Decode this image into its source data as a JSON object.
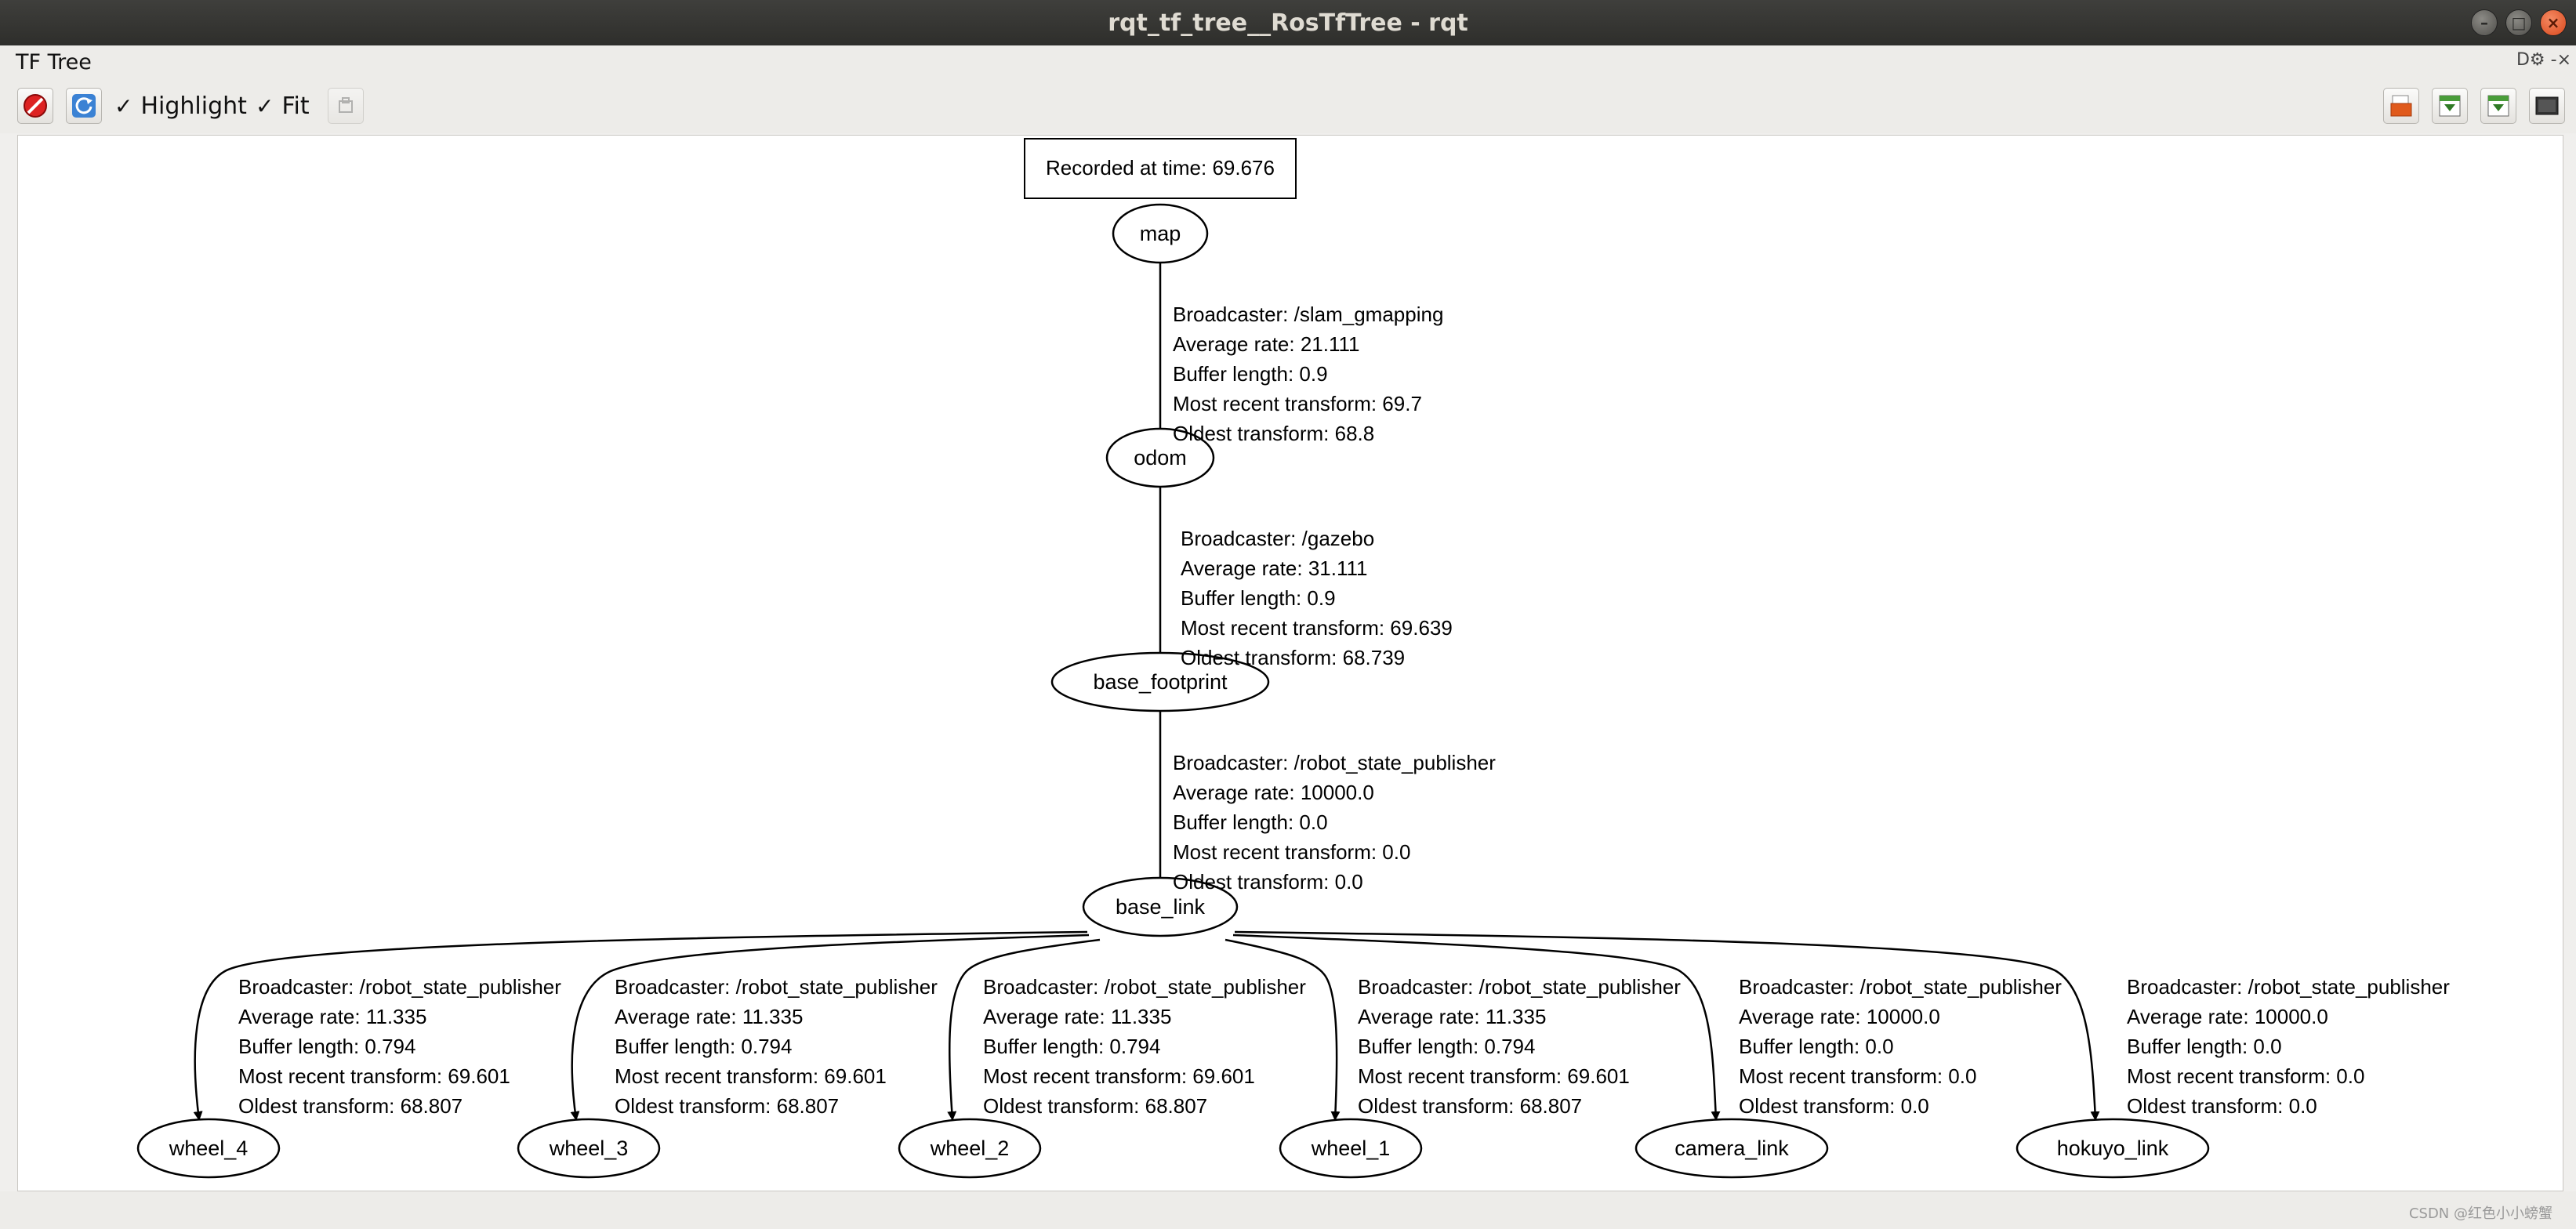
{
  "window": {
    "title": "rqt_tf_tree__RosTfTree - rqt",
    "buttons": {
      "minimize": "–",
      "maximize": "□",
      "close": "×"
    }
  },
  "dock": {
    "title": "TF Tree",
    "icons": "D⚙ -×"
  },
  "toolbar": {
    "highlight_label": "Highlight",
    "fit_label": "Fit",
    "highlight_checked": true,
    "fit_checked": true,
    "checkmark": "✓"
  },
  "graph": {
    "recorded": "Recorded at time: 69.676",
    "nodes": {
      "map": "map",
      "odom": "odom",
      "base_footprint": "base_footprint",
      "base_link": "base_link",
      "wheel_4": "wheel_4",
      "wheel_3": "wheel_3",
      "wheel_2": "wheel_2",
      "wheel_1": "wheel_1",
      "camera_link": "camera_link",
      "hokuyo_link": "hokuyo_link"
    },
    "edges": {
      "map_odom": [
        "Broadcaster: /slam_gmapping",
        "Average rate: 21.111",
        "Buffer length: 0.9",
        "Most recent transform: 69.7",
        "Oldest transform: 68.8"
      ],
      "odom_base_footprint": [
        "Broadcaster: /gazebo",
        "Average rate: 31.111",
        "Buffer length: 0.9",
        "Most recent transform: 69.639",
        "Oldest transform: 68.739"
      ],
      "base_footprint_base_link": [
        "Broadcaster: /robot_state_publisher",
        "Average rate: 10000.0",
        "Buffer length: 0.0",
        "Most recent transform: 0.0",
        "Oldest transform: 0.0"
      ],
      "base_link_wheel_4": [
        "Broadcaster: /robot_state_publisher",
        "Average rate: 11.335",
        "Buffer length: 0.794",
        "Most recent transform: 69.601",
        "Oldest transform: 68.807"
      ],
      "base_link_wheel_3": [
        "Broadcaster: /robot_state_publisher",
        "Average rate: 11.335",
        "Buffer length: 0.794",
        "Most recent transform: 69.601",
        "Oldest transform: 68.807"
      ],
      "base_link_wheel_2": [
        "Broadcaster: /robot_state_publisher",
        "Average rate: 11.335",
        "Buffer length: 0.794",
        "Most recent transform: 69.601",
        "Oldest transform: 68.807"
      ],
      "base_link_wheel_1": [
        "Broadcaster: /robot_state_publisher",
        "Average rate: 11.335",
        "Buffer length: 0.794",
        "Most recent transform: 69.601",
        "Oldest transform: 68.807"
      ],
      "base_link_camera_link": [
        "Broadcaster: /robot_state_publisher",
        "Average rate: 10000.0",
        "Buffer length: 0.0",
        "Most recent transform: 0.0",
        "Oldest transform: 0.0"
      ],
      "base_link_hokuyo_link": [
        "Broadcaster: /robot_state_publisher",
        "Average rate: 10000.0",
        "Buffer length: 0.0",
        "Most recent transform: 0.0",
        "Oldest transform: 0.0"
      ]
    }
  },
  "status": {
    "watermark": "CSDN @红色小小螃蟹"
  }
}
